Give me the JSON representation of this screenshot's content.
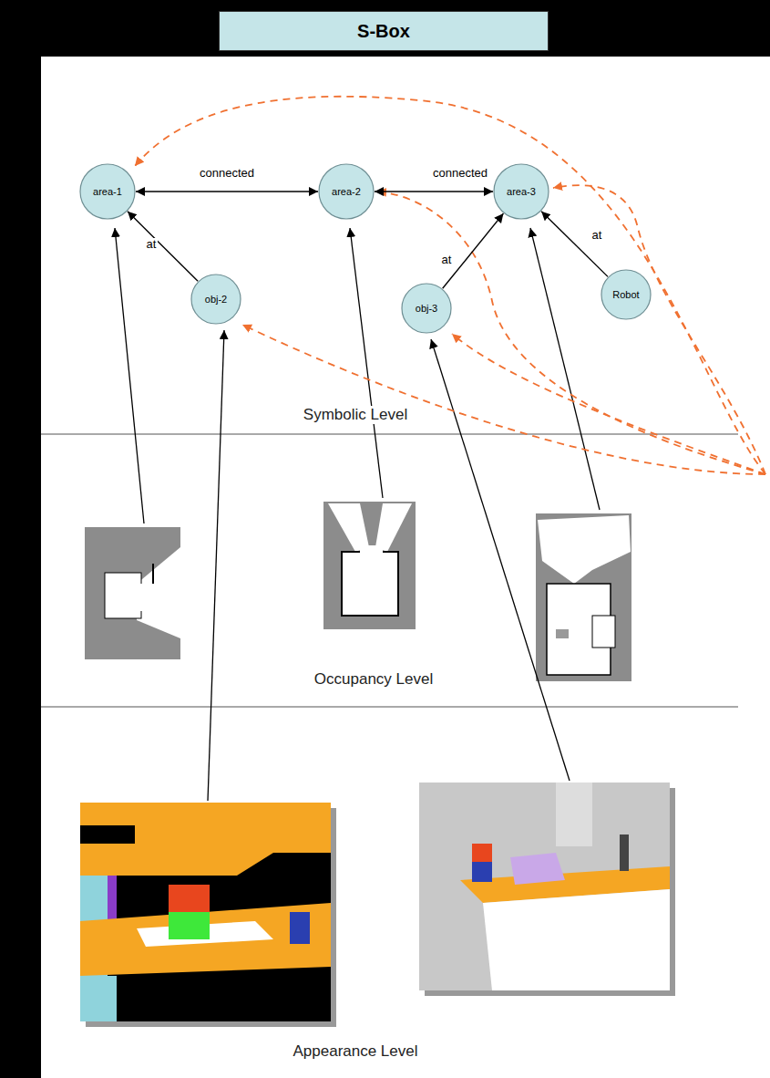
{
  "diagram": {
    "title": "S-Box",
    "nodes": [
      {
        "text": [
          "area-1"
        ]
      },
      {
        "text": [
          "area-2"
        ]
      },
      {
        "text": [
          "area-3"
        ]
      },
      {
        "text": [
          "obj-2"
        ]
      },
      {
        "text": [
          "obj-3"
        ]
      },
      {
        "text": [
          "Robot"
        ]
      }
    ],
    "edges": [
      {
        "from": 0,
        "to": 1,
        "arrow": "both",
        "label": "connected"
      },
      {
        "from": 1,
        "to": 2,
        "arrow": "both",
        "label": "connected"
      },
      {
        "from": 3,
        "to": 0,
        "arrow": "to",
        "label": "at"
      },
      {
        "from": 4,
        "to": 2,
        "arrow": "to",
        "label": "at"
      },
      {
        "from": 5,
        "to": 2,
        "arrow": "to",
        "label": "at"
      }
    ],
    "labels": [
      "Symbolic Level",
      "Occupancy Level",
      "Appearance Level"
    ]
  }
}
